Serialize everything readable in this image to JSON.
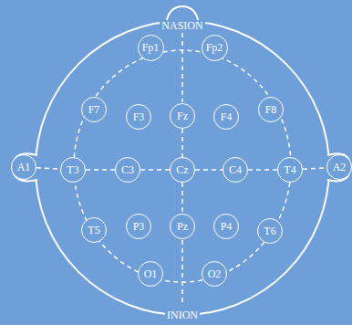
{
  "diagram": {
    "nodes": [
      {
        "text": [
          "Fp1"
        ]
      },
      {
        "text": [
          "Fp2"
        ]
      },
      {
        "text": [
          "F7"
        ]
      },
      {
        "text": [
          "F3"
        ]
      },
      {
        "text": [
          "Fz"
        ]
      },
      {
        "text": [
          "F4"
        ]
      },
      {
        "text": [
          "F8"
        ]
      },
      {
        "text": [
          "A1"
        ]
      },
      {
        "text": [
          "T3"
        ]
      },
      {
        "text": [
          "C3"
        ]
      },
      {
        "text": [
          "Cz"
        ]
      },
      {
        "text": [
          "C4"
        ]
      },
      {
        "text": [
          "T4"
        ]
      },
      {
        "text": [
          "A2"
        ]
      },
      {
        "text": [
          "T5"
        ]
      },
      {
        "text": [
          "P3"
        ]
      },
      {
        "text": [
          "Pz"
        ]
      },
      {
        "text": [
          "P4"
        ]
      },
      {
        "text": [
          "T6"
        ]
      },
      {
        "text": [
          "O1"
        ]
      },
      {
        "text": [
          "O2"
        ]
      }
    ],
    "edges": [
      {
        "from": 7,
        "to": 8,
        "arrow": "none"
      },
      {
        "from": 8,
        "to": 9,
        "arrow": "none"
      },
      {
        "from": 9,
        "to": 10,
        "arrow": "none"
      },
      {
        "from": 10,
        "to": 11,
        "arrow": "none"
      },
      {
        "from": 11,
        "to": 12,
        "arrow": "none"
      },
      {
        "from": 12,
        "to": 13,
        "arrow": "none"
      },
      {
        "from": 4,
        "to": 10,
        "arrow": "none"
      },
      {
        "from": 10,
        "to": 16,
        "arrow": "none"
      }
    ],
    "labels": [
      "NASION",
      "INION"
    ]
  }
}
